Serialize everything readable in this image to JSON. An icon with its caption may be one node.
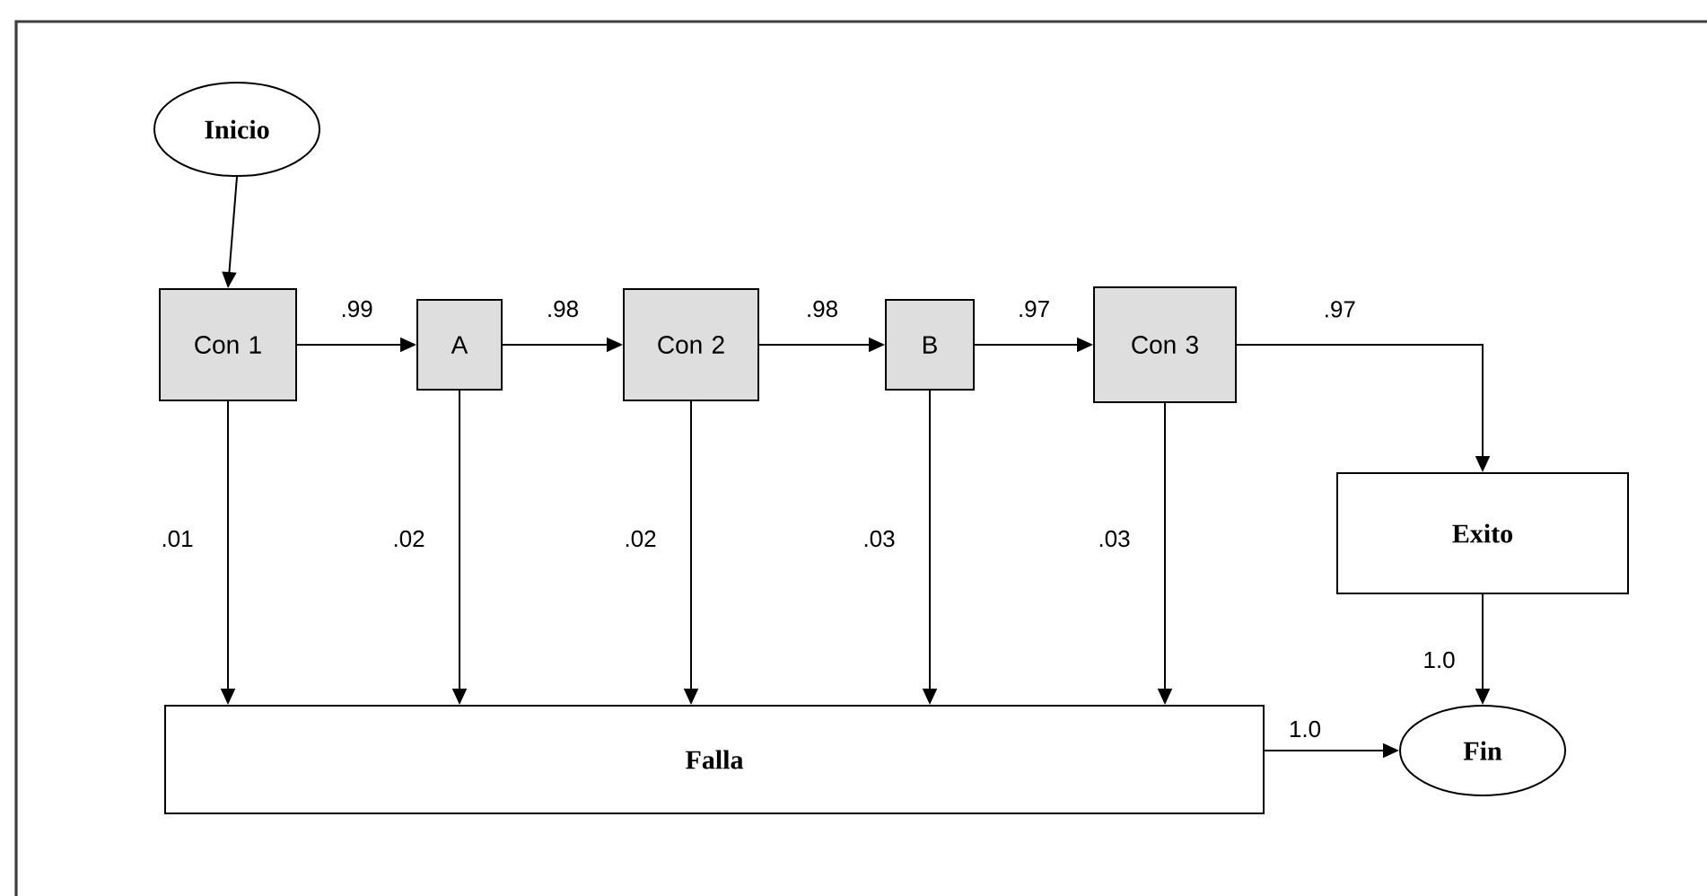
{
  "diagram": {
    "nodes": [
      {
        "text": [
          "Inicio"
        ]
      },
      {
        "text": [
          "Con 1"
        ]
      },
      {
        "text": [
          "A"
        ]
      },
      {
        "text": [
          "Con 2"
        ]
      },
      {
        "text": [
          "B"
        ]
      },
      {
        "text": [
          "Con 3"
        ]
      },
      {
        "text": [
          "Exito"
        ]
      },
      {
        "text": [
          "Falla"
        ]
      },
      {
        "text": [
          "Fin"
        ]
      }
    ],
    "edges": [
      {
        "from": 0,
        "to": 1,
        "arrow": "to"
      },
      {
        "from": 1,
        "to": 2,
        "arrow": "to",
        "label": ".99"
      },
      {
        "from": 2,
        "to": 3,
        "arrow": "to",
        "label": ".98"
      },
      {
        "from": 3,
        "to": 4,
        "arrow": "to",
        "label": ".98"
      },
      {
        "from": 4,
        "to": 5,
        "arrow": "to",
        "label": ".97"
      },
      {
        "from": 5,
        "to": 6,
        "arrow": "to",
        "label": ".97"
      },
      {
        "from": 1,
        "to": 7,
        "arrow": "to",
        "label": ".01"
      },
      {
        "from": 2,
        "to": 7,
        "arrow": "to",
        "label": ".02"
      },
      {
        "from": 3,
        "to": 7,
        "arrow": "to",
        "label": ".02"
      },
      {
        "from": 4,
        "to": 7,
        "arrow": "to",
        "label": ".03"
      },
      {
        "from": 5,
        "to": 7,
        "arrow": "to",
        "label": ".03"
      },
      {
        "from": 6,
        "to": 8,
        "arrow": "to",
        "label": "1.0"
      },
      {
        "from": 7,
        "to": 8,
        "arrow": "to",
        "label": "1.0"
      }
    ]
  }
}
